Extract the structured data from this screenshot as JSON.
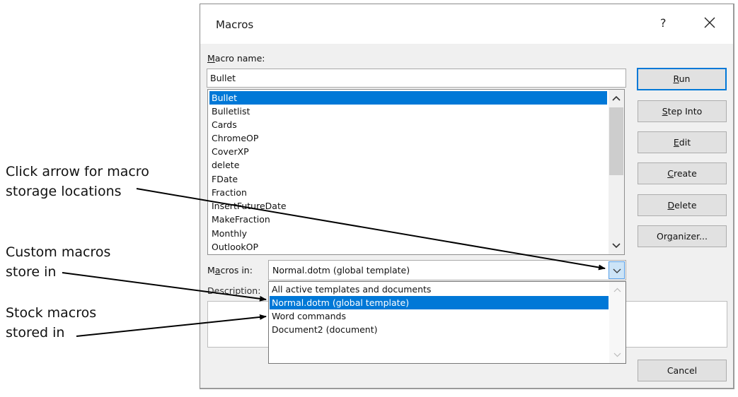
{
  "dialog": {
    "title": "Macros",
    "help_label": "?",
    "close_icon": "close-icon"
  },
  "macro_name": {
    "label_accel": "M",
    "label_rest": "acro name:",
    "value": "Bullet"
  },
  "macro_list": {
    "selected": "Bullet",
    "items": [
      "Bullet",
      "Bulletlist",
      "Cards",
      "ChromeOP",
      "CoverXP",
      "delete",
      "FDate",
      "Fraction",
      "InsertFutureDate",
      "MakeFraction",
      "Monthly",
      "OutlookOP"
    ]
  },
  "buttons": {
    "run": {
      "accel": "R",
      "rest": "un"
    },
    "step_into": {
      "accel": "S",
      "rest": "tep Into"
    },
    "edit": {
      "accel": "E",
      "rest": "dit"
    },
    "create": {
      "accel": "C",
      "rest": "reate"
    },
    "delete": {
      "accel": "D",
      "rest": "elete"
    },
    "organizer": {
      "pre": "Or",
      "accel": "g",
      "rest": "anizer..."
    },
    "cancel": "Cancel"
  },
  "macros_in": {
    "label_pre": "M",
    "label_accel": "a",
    "label_rest": "cros in:",
    "value": "Normal.dotm (global template)",
    "options": [
      "All active templates and documents",
      "Normal.dotm (global template)",
      "Word commands",
      "Document2 (document)"
    ],
    "selected_index": 1
  },
  "description": {
    "label": "Description:",
    "value": ""
  },
  "annotations": [
    {
      "line1": "Click arrow for macro",
      "line2": "storage locations"
    },
    {
      "line1": "Custom macros",
      "line2": "store in"
    },
    {
      "line1": "Stock macros",
      "line2": "stored in"
    }
  ],
  "colors": {
    "selection": "#0078d7",
    "dialog_bg": "#f0f0f0",
    "dropdown_arrow_bg": "#cce4f7"
  }
}
